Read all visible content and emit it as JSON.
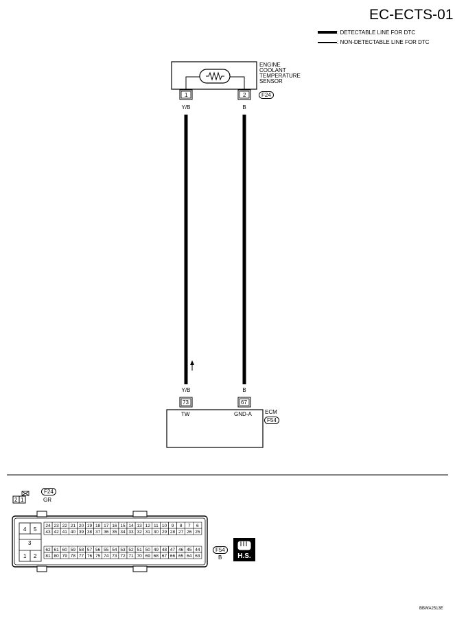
{
  "header": {
    "code": "EC-ECTS-01"
  },
  "legend": {
    "detectable": ": DETECTABLE LINE FOR DTC",
    "non_detectable": ": NON-DETECTABLE LINE FOR DTC"
  },
  "sensor": {
    "name_line1": "ENGINE",
    "name_line2": "COOLANT",
    "name_line3": "TEMPERATURE",
    "name_line4": "SENSOR",
    "connector": "F24",
    "pin1": "1",
    "pin2": "2"
  },
  "wires": {
    "left_color": "Y/B",
    "right_color": "B"
  },
  "ecm": {
    "name": "ECM",
    "connector": "F54",
    "pin_left": "73",
    "pin_right": "67",
    "terminal_left": "TW",
    "terminal_right": "GND-A"
  },
  "connector_f24": {
    "id": "F24",
    "color": "GR",
    "pins": [
      "2",
      "1"
    ]
  },
  "connector_f54": {
    "id": "F54",
    "color": "B",
    "left_pins": [
      "4",
      "5",
      "3",
      "1",
      "2"
    ],
    "top_row1": [
      "24",
      "23",
      "22",
      "21",
      "20",
      "19",
      "18",
      "17",
      "16",
      "15",
      "14",
      "13",
      "12",
      "11",
      "10",
      "9",
      "8",
      "7",
      "6"
    ],
    "top_row2": [
      "43",
      "42",
      "41",
      "40",
      "39",
      "38",
      "37",
      "36",
      "35",
      "34",
      "33",
      "32",
      "31",
      "30",
      "29",
      "28",
      "27",
      "26",
      "25"
    ],
    "bottom_row1": [
      "62",
      "61",
      "60",
      "59",
      "58",
      "57",
      "56",
      "55",
      "54",
      "53",
      "52",
      "51",
      "50",
      "49",
      "48",
      "47",
      "46",
      "45",
      "44"
    ],
    "bottom_row2": [
      "81",
      "80",
      "79",
      "78",
      "77",
      "76",
      "75",
      "74",
      "73",
      "72",
      "71",
      "70",
      "69",
      "68",
      "67",
      "66",
      "65",
      "64",
      "63"
    ]
  },
  "hs_badge": "H.S.",
  "figure_id": "BBWA2513E"
}
